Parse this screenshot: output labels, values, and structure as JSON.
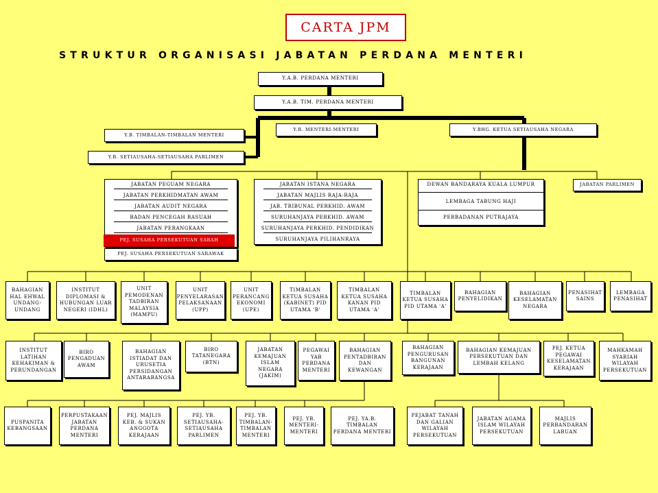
{
  "title": "CARTA JPM",
  "subtitle": "STRUKTUR ORGANISASI JABATAN PERDANA MENTERI",
  "top": {
    "pm": "Y.A.B. PERDANA MENTERI",
    "dpm": "Y.A.B. TIM. PERDANA MENTERI",
    "deputy_ministers": "Y.B. TIMBALAN-TIMBALAN MENTERI",
    "ministers": "Y.B. MENTERI-MENTERI",
    "chief_secretary": "Y.BHG. KETUA SETIAUSAHA NEGARA",
    "parl_secretaries": "Y.B. SETIAUSAHA-SETIAUSAHA PARLIMEN"
  },
  "agencies": {
    "group1": [
      "JABATAN PEGUAM NEGARA",
      "JABATAN PERKHIDMATAN AWAM",
      "JABATAN AUDIT NEGARA",
      "BADAN PENCEGAH RASUAH",
      "JABATAN PERANGKAAN",
      "PEJ. SUSAHA PERSEKUTUAN SABAH"
    ],
    "sarawak": "PEJ. SUSAHA PERSEKUTUAN SARAWAK",
    "group2": [
      "JABATAN ISTANA NEGARA",
      "JABATAN MAJLIS RAJA-RAJA",
      "JAB. TRIBUNAL PERKHID. AWAM",
      "SURUHANJAYA PERKHID. AWAM",
      "SURUHANJAYA PERKHID. PENDIDIKAN",
      "SURUHANJAYA PILIHANRAYA"
    ],
    "group3_head": "DEWAN BANDARAYA KUALA LUMPUR",
    "group3": [
      "LEMBAGA TABUNG HAJI",
      "PERBADANAN PUTRAJAYA"
    ],
    "parliament": "JABATAN PARLIMEN"
  },
  "row1": [
    "BAHAGIAN HAL EHWAL UNDANG-UNDANG",
    "INSTITUT DIPLOMASI & HUBUNGAN LUAR NEGERI (IDHL)",
    "UNIT PEMODENAN TADBIRAN MALAYSIA (MAMPU)",
    "UNIT PENYELARASAN PELAKSANAAN (UPP)",
    "UNIT PERANCANG EKONOMI (UPE)",
    "TIMBALAN KETUA SUSAHA (KABINET) PID UTAMA 'B'",
    "TIMBALAN KETUA SUSAHA KANAN PID UTAMA 'A'",
    "TIMBALAN KETUA SUSAHA PID UTAMA 'A'",
    "BAHAGIAN PENYELIDIKAN",
    "BAHAGIAN KESELAMATAN NEGARA",
    "PENASIHAT SAINS",
    "LEMBAGA PENASIHAT"
  ],
  "row2": [
    "INSTITUT LATIHAN KEHAKIMAN & PERUNDANGAN",
    "BIRO PENGADUAN AWAM",
    "BAHAGIAN ISTIADAT DAN URUSETIA PERSIDANGAN ANTARABANGSA",
    "BIRO TATANEGARA (BTN)",
    "JABATAN KEMAJUAN ISLAM NEGARA (JAKIM)",
    "PEGAWAI YAB PERDANA MENTERI",
    "BAHAGIAN PENTADBIRAN DAN KEWANGAN",
    "BAHAGIAN PENGURUSAN BANGUNAN KERAJAAN",
    "BAHAGIAN KEMAJUAN PERSEKUTUAN DAN LEMBAH KELANG",
    "PEJ. KETUA PEGAWAI KESELAMATAN KERAJAAN",
    "MAHKAMAH SYARIAH WILAYAH PERSEKUTUAN"
  ],
  "row3": [
    "PUSPANITA KEBANGSAAN",
    "PERPUSTAKAAN JABATAN PERDANA MENTERI",
    "PEJ. MAJLIS KEB. & SUKAN ANGGOTA KERAJAAN",
    "PEJ. YB. SETIAUSAHA-SETIAUSAHA PARLIMEN",
    "PEJ. YB. TIMBALAN-TIMBALAN MENTERI",
    "PEJ. YB. MENTERI-MENTERI",
    "PEJ. YA.B. TIMBALAN PERDANA MENTERI",
    "PEJABAT TANAH DAN GALIAN WILAYAH PERSEKUTUAN",
    "JABATAN AGAMA ISLAM WILAYAH PERSEKUTUAN",
    "MAJLIS PERBANDARAN LABUAN"
  ],
  "colors": {
    "background": "#ffff7a",
    "title_red": "#c00000",
    "highlight_red": "#e00000",
    "box": "#ffffff",
    "line": "#000000"
  }
}
